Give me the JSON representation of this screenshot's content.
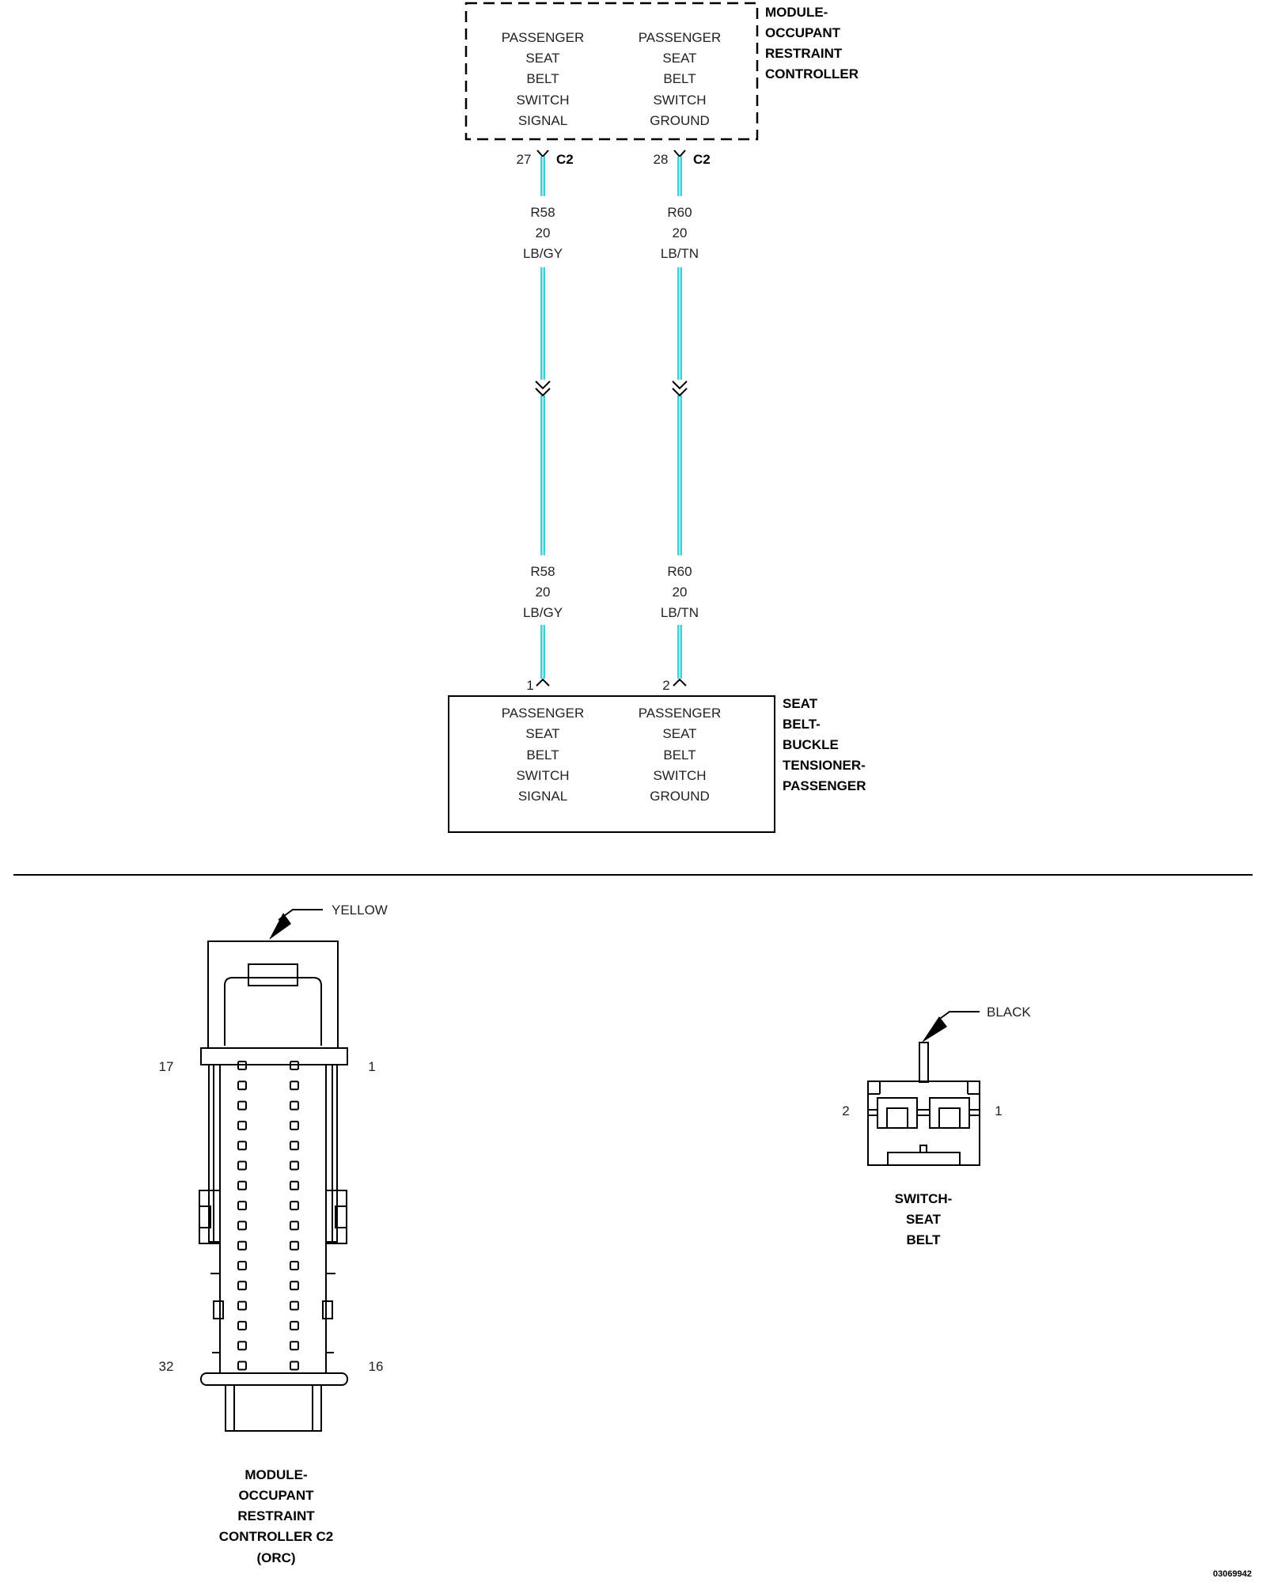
{
  "module_top": {
    "name_lines": [
      "MODULE-",
      "OCCUPANT",
      "RESTRAINT",
      "CONTROLLER"
    ],
    "col_left": [
      "PASSENGER",
      "SEAT",
      "BELT",
      "SWITCH",
      "SIGNAL"
    ],
    "col_right": [
      "PASSENGER",
      "SEAT",
      "BELT",
      "SWITCH",
      "GROUND"
    ],
    "pin_left": "27",
    "pin_right": "28",
    "connector_left": "C2",
    "connector_right": "C2"
  },
  "wires": {
    "left": [
      "R58",
      "20",
      "LB/GY"
    ],
    "right": [
      "R60",
      "20",
      "LB/TN"
    ],
    "color": "#3fd0dc"
  },
  "tensioner": {
    "name_lines": [
      "SEAT",
      "BELT-",
      "BUCKLE",
      "TENSIONER-",
      "PASSENGER"
    ],
    "col_left": [
      "PASSENGER",
      "SEAT",
      "BELT",
      "SWITCH",
      "SIGNAL"
    ],
    "col_right": [
      "PASSENGER",
      "SEAT",
      "BELT",
      "SWITCH",
      "GROUND"
    ],
    "pin_left": "1",
    "pin_right": "2"
  },
  "connector_orc": {
    "color_callout": "YELLOW",
    "pin_top_left": "17",
    "pin_top_right": "1",
    "pin_bottom_left": "32",
    "pin_bottom_right": "16",
    "name_lines": [
      "MODULE-",
      "OCCUPANT",
      "RESTRAINT",
      "CONTROLLER C2",
      "(ORC)"
    ]
  },
  "connector_switch": {
    "color_callout": "BLACK",
    "pin_left": "2",
    "pin_right": "1",
    "name_lines": [
      "SWITCH-",
      "SEAT",
      "BELT"
    ]
  },
  "figure_id": "03069942"
}
